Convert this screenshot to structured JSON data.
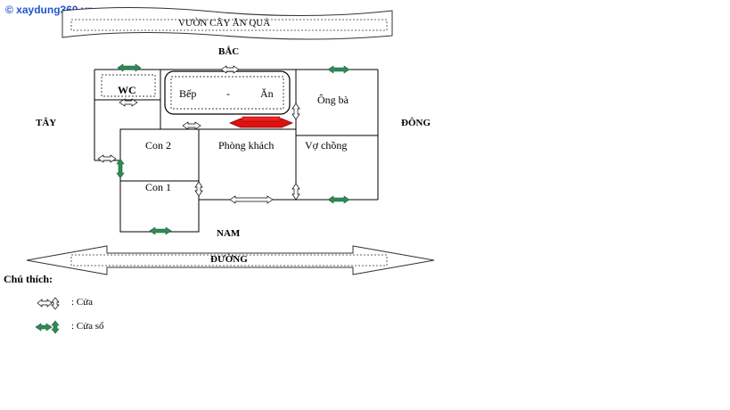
{
  "watermark": "© xaydung360.vn",
  "banner_top": "VƯỜN CÂY ĂN QUẢ",
  "banner_bottom": "ĐƯỜNG",
  "directions": {
    "north": "BẮC",
    "south": "NAM",
    "west": "TÂY",
    "east": "ĐÔNG"
  },
  "rooms": {
    "wc": "WC",
    "kitchen": {
      "left": "Bếp",
      "sep": "-",
      "right": "Ăn"
    },
    "grandparents": "Ông bà",
    "couple": "Vợ chồng",
    "child2": "Con 2",
    "child1": "Con 1",
    "living": "Phòng khách"
  },
  "legend": {
    "title": "Chú thích:",
    "door": ": Cửa",
    "window": ": Cửa sổ"
  },
  "colors": {
    "window": "#2e8b57",
    "door": "#ffffff",
    "altar": "#dd1111",
    "watermark": "#2255cc"
  },
  "icons": {
    "door": "double-arrow-outline",
    "window": "double-arrow-green",
    "altar": "red-banner"
  }
}
